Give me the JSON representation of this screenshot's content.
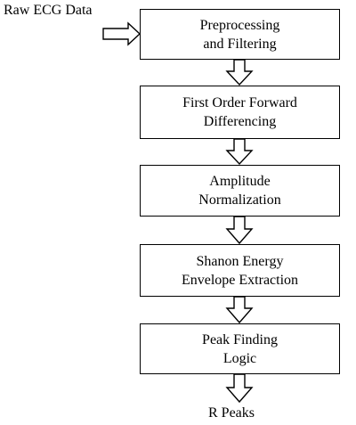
{
  "input_label": "Raw ECG Data",
  "output_label": "R Peaks",
  "steps": [
    {
      "line1": "Preprocessing",
      "line2": "and Filtering"
    },
    {
      "line1": "First Order Forward",
      "line2": "Differencing"
    },
    {
      "line1": "Amplitude",
      "line2": "Normalization"
    },
    {
      "line1": "Shanon Energy",
      "line2": "Envelope Extraction"
    },
    {
      "line1": "Peak Finding",
      "line2": "Logic"
    }
  ]
}
